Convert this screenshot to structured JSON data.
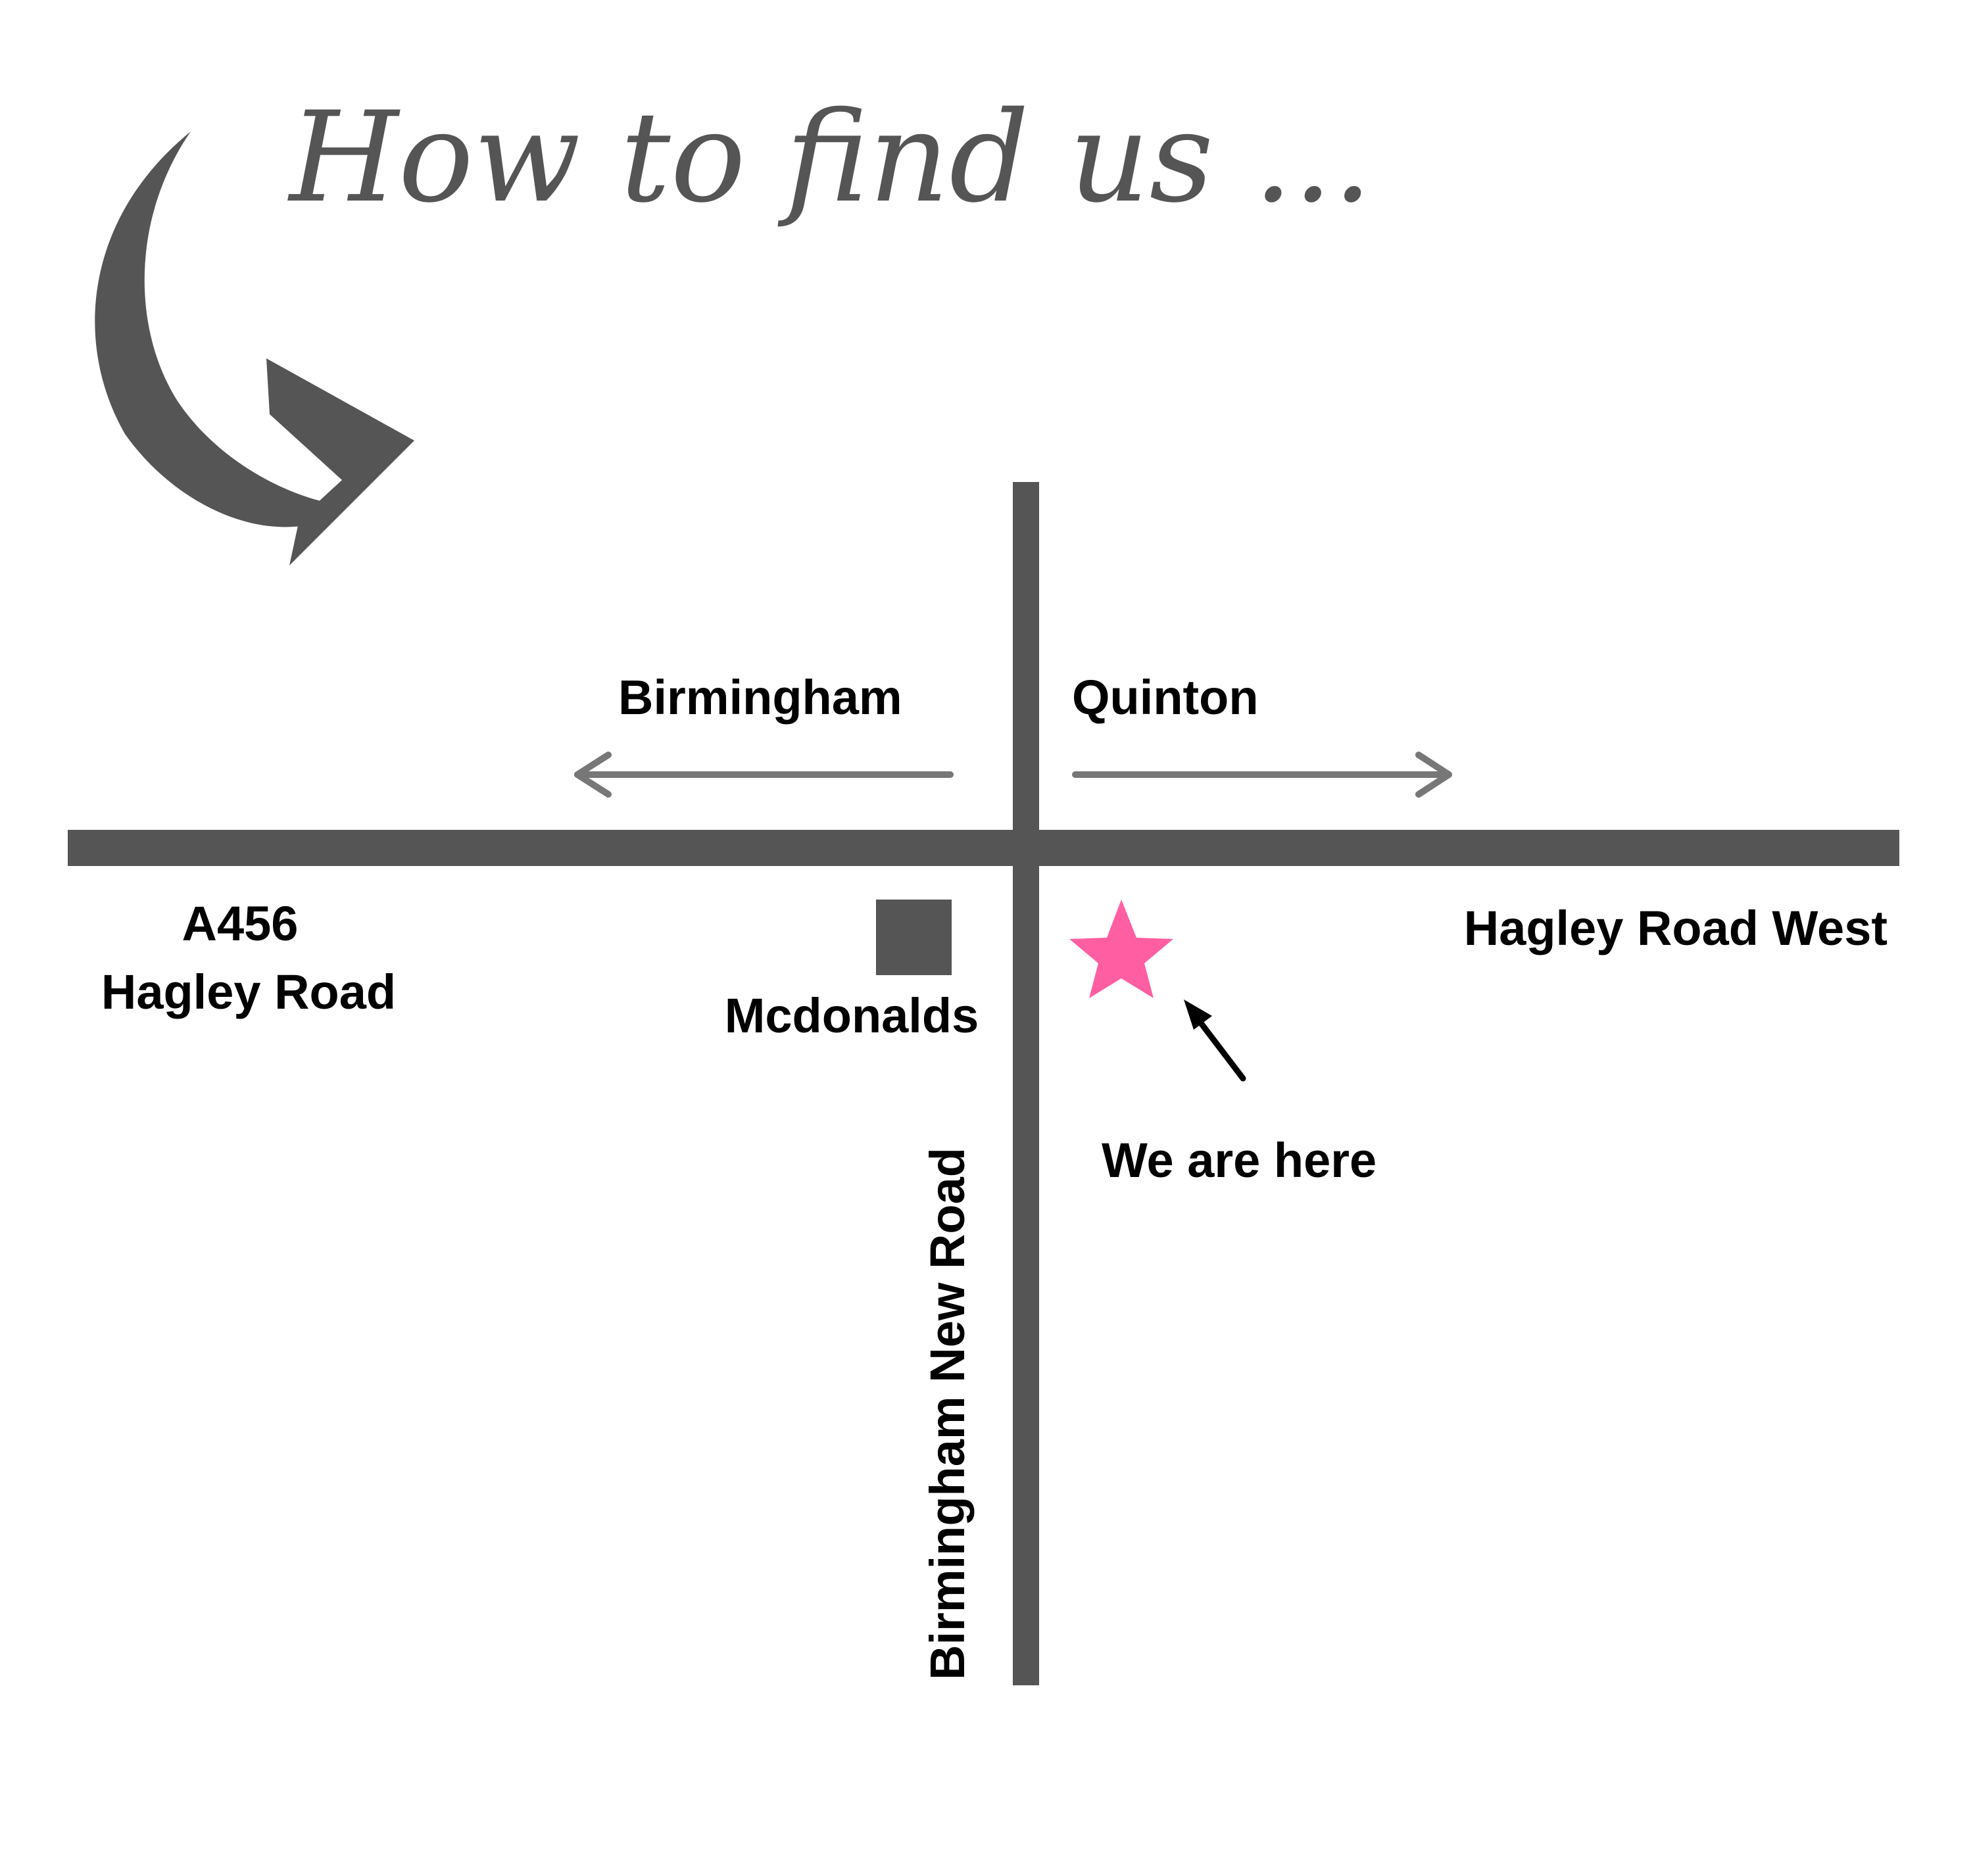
{
  "title": "How to find us ...",
  "directions": {
    "west": "Birmingham",
    "east": "Quinton"
  },
  "roads": {
    "west_number": "A456",
    "west_name": "Hagley Road",
    "east_name": "Hagley Road West",
    "north_south": "Birmingham New Road"
  },
  "landmark": "Mcdonalds",
  "location_label": "We are here",
  "colors": {
    "road": "#555555",
    "direction_arrow": "#777777",
    "marker": "#ff5fa2",
    "text": "#000000"
  },
  "icons": {
    "curved_arrow": "curved-arrow-icon",
    "location_marker": "star-icon",
    "pointer": "pointer-arrow-icon"
  }
}
